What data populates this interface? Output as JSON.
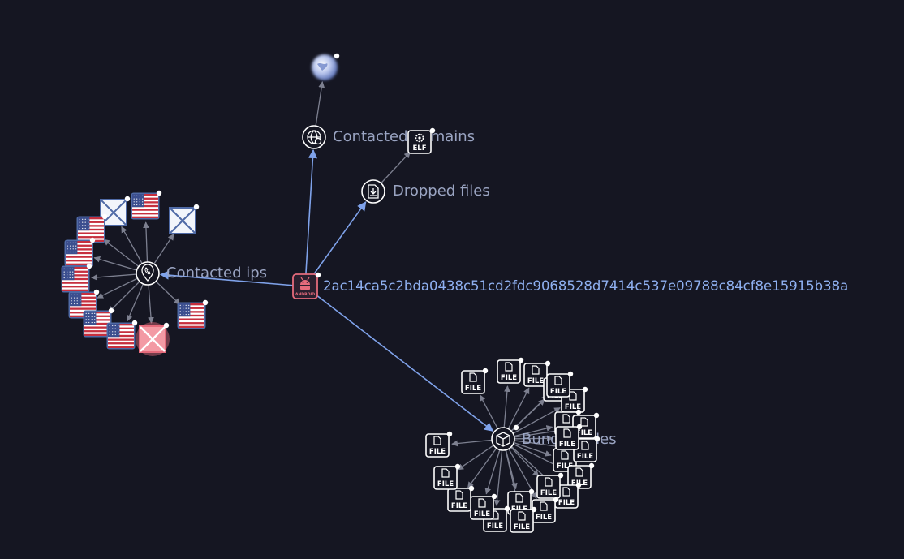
{
  "colors": {
    "background": "#151622",
    "edge_primary": "#7fa2ea",
    "edge_secondary": "#7d8090",
    "label_text": "#9aa4c2",
    "hash_text": "#8fb0f0",
    "android_node": "#e56b7c",
    "icon_stroke": "#ffffff",
    "dot": "#ffffff"
  },
  "graph": {
    "root": {
      "hash": "2ac14ca5c2bda0438c51cd2fdc9068528d7414c537e09788c84cf8e15915b38a",
      "badge": "ANDROID",
      "icon": "android-icon"
    },
    "relationships": [
      {
        "key": "contacted_domains",
        "label": "Contacted domains",
        "icon": "domain-icon"
      },
      {
        "key": "dropped_files",
        "label": "Dropped files",
        "icon": "download-file-icon"
      },
      {
        "key": "contacted_ips",
        "label": "Contacted ips",
        "icon": "location-pin-icon"
      },
      {
        "key": "bundled_files",
        "label": "Bundled files",
        "icon": "package-icon"
      }
    ],
    "file_label": "FILE",
    "elf_label": "ELF"
  }
}
